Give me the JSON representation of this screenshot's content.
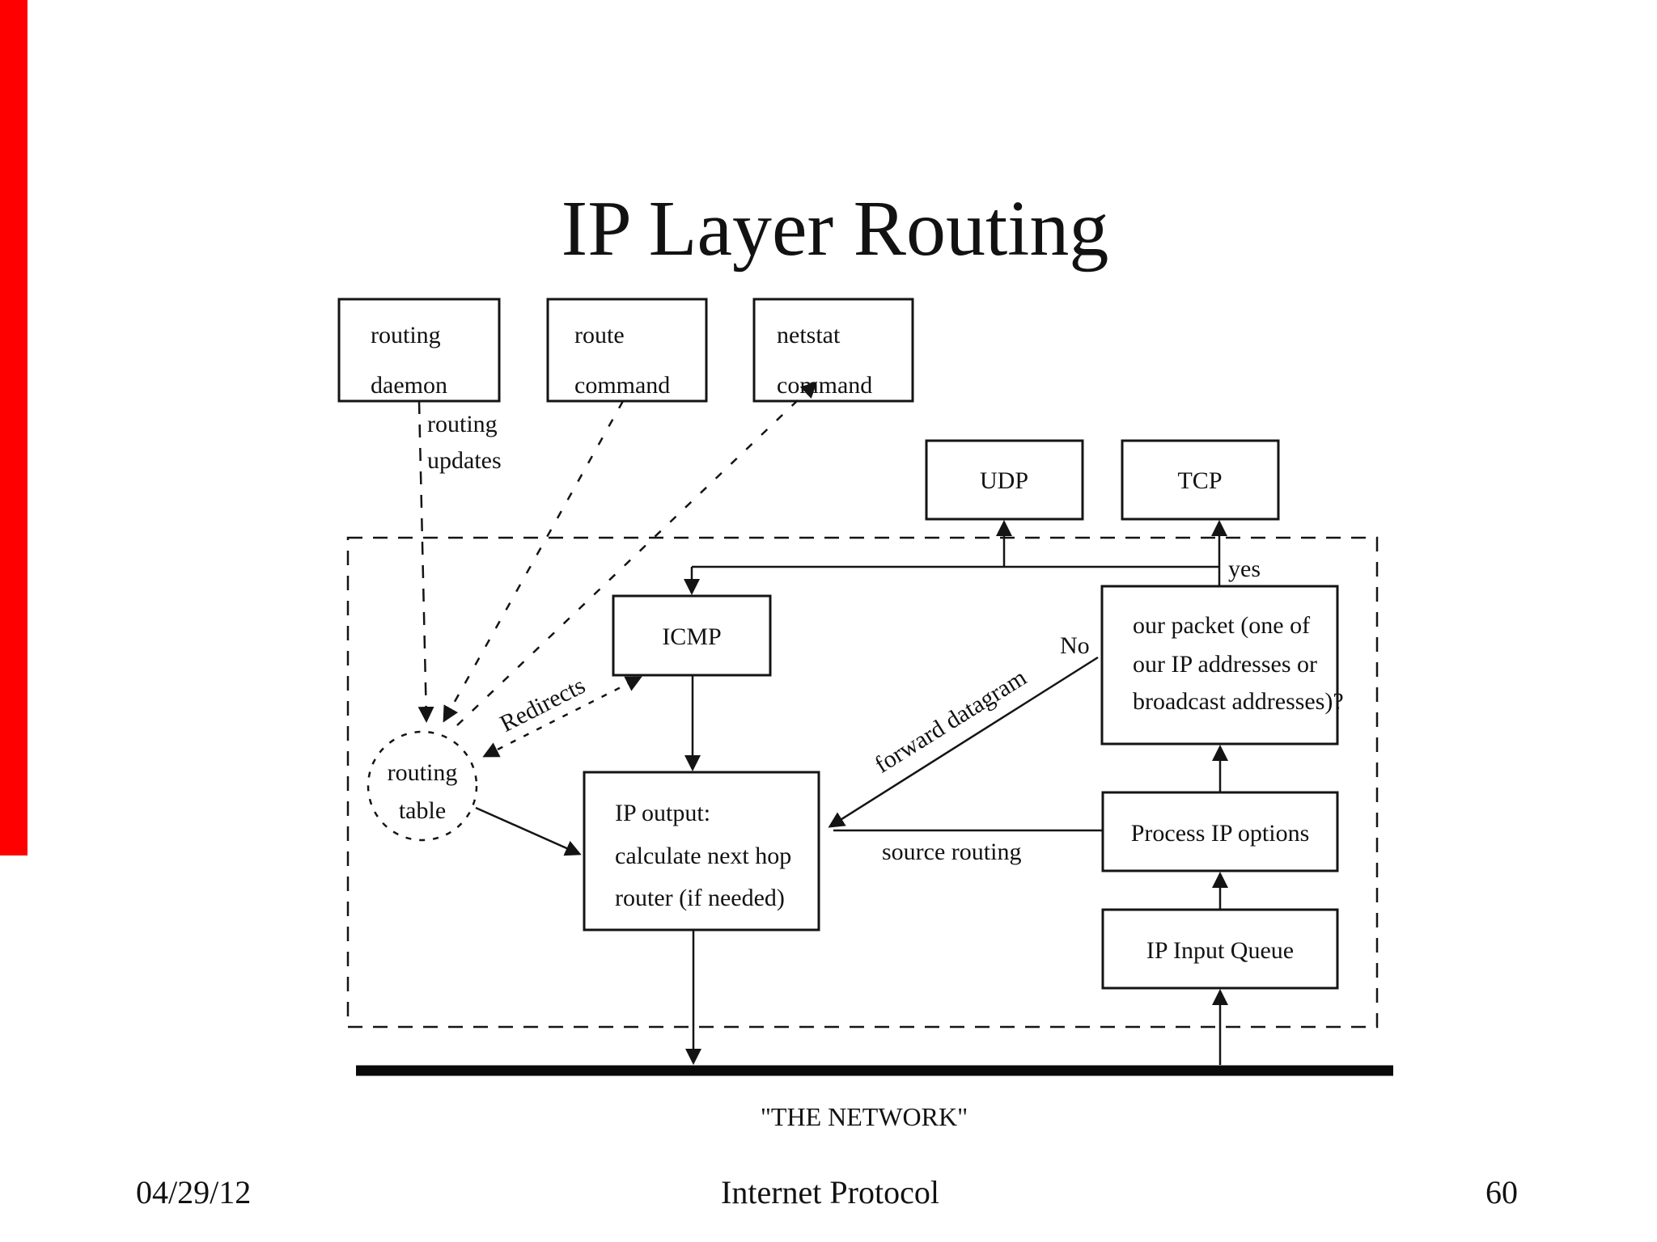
{
  "slide": {
    "title": "IP Layer Routing",
    "accent_color": "#ff0000",
    "diagram": {
      "boxes": {
        "routing_daemon": [
          "routing",
          "daemon"
        ],
        "route_command": [
          "route",
          "command"
        ],
        "netstat_command": [
          "netstat",
          "command"
        ],
        "udp": "UDP",
        "tcp": "TCP",
        "icmp": "ICMP",
        "our_packet": [
          "our packet (one of",
          "our IP addresses or",
          "broadcast addresses)?"
        ],
        "ip_output": [
          "IP output:",
          "calculate next hop",
          "router (if needed)"
        ],
        "process_ip_options": "Process IP options",
        "ip_input_queue": "IP Input Queue"
      },
      "routing_table_circle": [
        "routing",
        "table"
      ],
      "labels": {
        "routing_updates": [
          "routing",
          "updates"
        ],
        "redirects": "Redirects",
        "forward_datagram": "forward datagram",
        "no": "No",
        "yes": "yes",
        "source_routing": "source routing",
        "network": "\"THE NETWORK\""
      }
    },
    "footer": {
      "date": "04/29/12",
      "center": "Internet Protocol",
      "page": "60"
    }
  }
}
